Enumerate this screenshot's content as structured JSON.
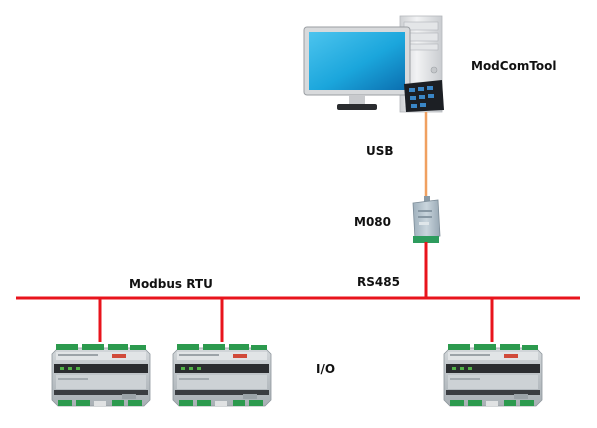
{
  "labels": {
    "computer": "ModComTool",
    "cable": "USB",
    "converter": "M080",
    "bus_interface": "RS485",
    "protocol": "Modbus RTU",
    "io": "I/O"
  },
  "colors": {
    "bus": "#e8141c",
    "usb_cable": "#f0a060",
    "monitor_screen": "#1ba6dc",
    "monitor_frame": "#d8dadc",
    "tower": "#e9eaec",
    "converter_body": "#b9c6cf",
    "converter_terminal": "#2e9c5e",
    "io_body": "#c4c9cd",
    "io_terminal": "#2c9a4e",
    "io_band": "#2b2d30"
  },
  "io_modules": [
    {
      "name": "io-module-1"
    },
    {
      "name": "io-module-2"
    },
    {
      "name": "io-module-3"
    }
  ]
}
